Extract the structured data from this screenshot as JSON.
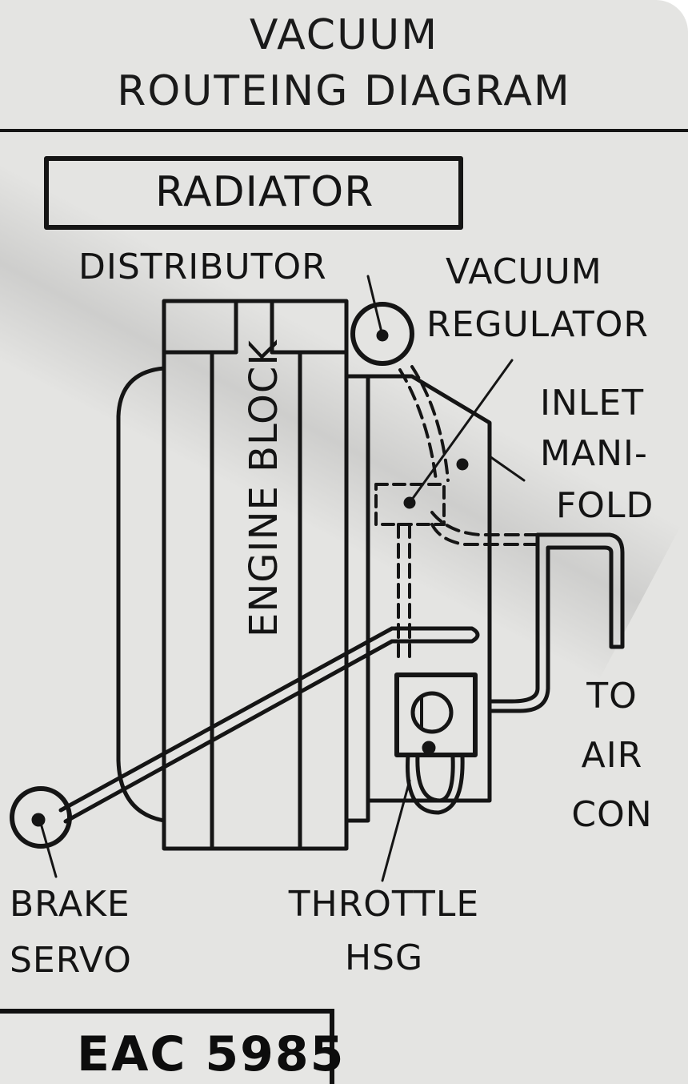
{
  "title": {
    "line1": "VACUUM",
    "line2": "ROUTEING DIAGRAM"
  },
  "components": {
    "radiator": "RADIATOR",
    "distributor": "DISTRIBUTOR",
    "vacuum_regulator_line1": "VACUUM",
    "vacuum_regulator_line2": "REGULATOR",
    "inlet_manifold_line1": "INLET",
    "inlet_manifold_line2": "MANI-",
    "inlet_manifold_line3": "FOLD",
    "engine_block": "ENGINE BLOCK",
    "to_air_con_line1": "TO",
    "to_air_con_line2": "AIR",
    "to_air_con_line3": "CON",
    "brake_servo_line1": "BRAKE",
    "brake_servo_line2": "SERVO",
    "throttle_line1": "THROTTLE",
    "throttle_line2": "HSG"
  },
  "part_number": "EAC 5985",
  "colors": {
    "ink": "#151515",
    "paper": "#e4e4e2"
  }
}
